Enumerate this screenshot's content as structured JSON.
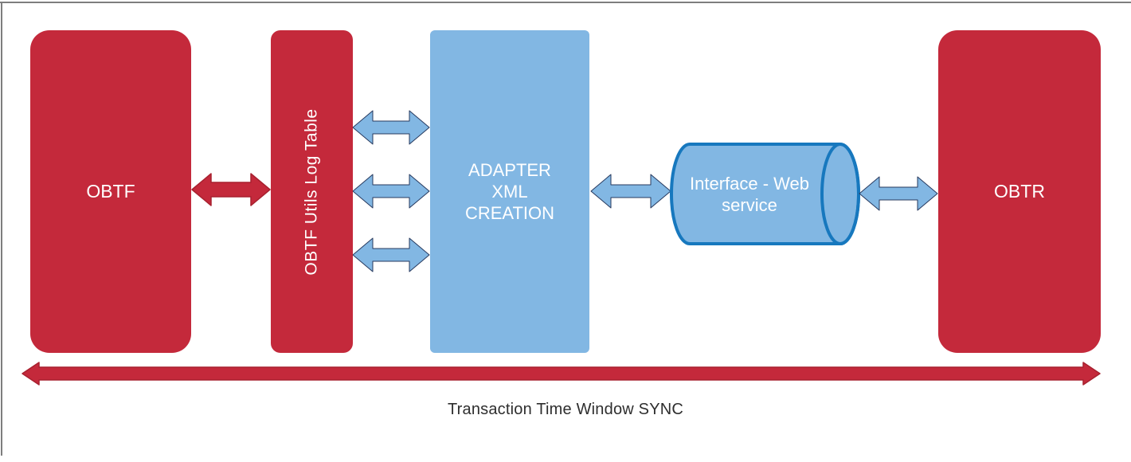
{
  "diagram": {
    "nodes": {
      "obtf": {
        "label": "OBTF"
      },
      "utils": {
        "label": "OBTF Utils Log Table"
      },
      "adapter": {
        "lines": [
          "ADAPTER",
          "XML",
          "CREATION"
        ]
      },
      "interface": {
        "label": "Interface - Web service"
      },
      "obtr": {
        "label": "OBTR"
      }
    },
    "caption": "Transaction Time Window SYNC",
    "colors": {
      "red": "#C4293B",
      "red-edge": "#A8212F",
      "blue": "#82B7E3",
      "blue-edge": "#27395E",
      "cylinder_stroke": "#1778BE",
      "caption_color": "#2E2E2E",
      "border_gray": "#7E7E7E"
    }
  }
}
